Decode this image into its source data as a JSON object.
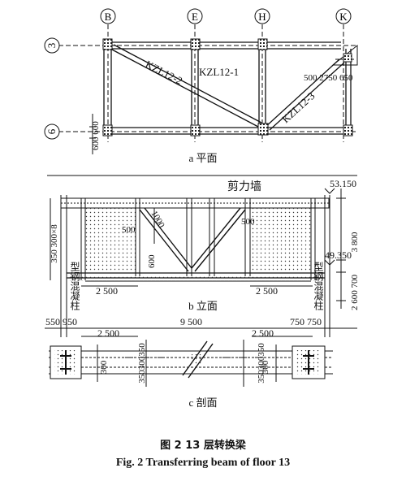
{
  "axes": {
    "b": "B",
    "e": "E",
    "h": "H",
    "k": "K",
    "r3": "3",
    "r6": "6"
  },
  "plan": {
    "beam_kzl12_2": "KZL12-2",
    "beam_kzl12_1": "KZL12-1",
    "beam_kzl12_3": "KZL12-3",
    "dim_right": "500 2750 650",
    "dim_left": "600 600",
    "caption": "a  平面"
  },
  "elevation": {
    "shear_wall": "剪力墙",
    "elev_top": "53.150",
    "elev_mid": "49.350",
    "dim_3800": "3 800",
    "dim_right_stack": "2 600 700",
    "dim_left_stack": "350 300×8",
    "dim_600": "600",
    "dim_500_left": "500",
    "dim_500_right": "500",
    "dim_diag_1": "1000",
    "span_left": "2 500",
    "span_right": "2 500",
    "column_label": "型钢混凝柱",
    "caption": "b  立面"
  },
  "section": {
    "dim_550_950": "550 950",
    "dim_9500": "9 500",
    "dim_750_750": "750 750",
    "span_left": "2 500",
    "span_right": "2 500",
    "dim_300_a": "300",
    "dim_300_b": "300",
    "dim_350_300_350_a": "350300350",
    "dim_350_300_350_b": "350300350",
    "caption": "c  剖面"
  },
  "caption": {
    "cn": "图 2    13 层转换梁",
    "en": "Fig. 2    Transferring beam of floor 13"
  }
}
